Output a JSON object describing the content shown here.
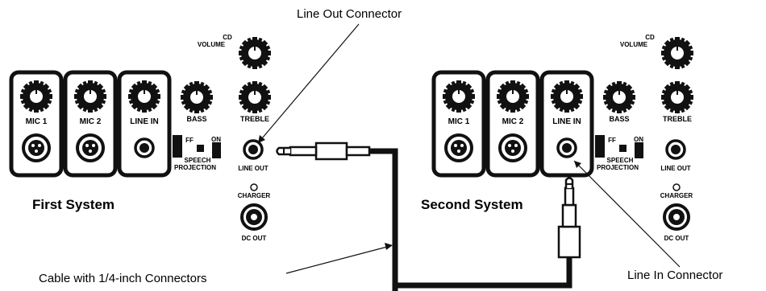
{
  "callouts": {
    "line_out_connector": "Line Out Connector",
    "line_in_connector": "Line In Connector",
    "cable": "Cable with 1/4-inch Connectors"
  },
  "systems": [
    {
      "name": "First System",
      "cd_volume_line1": "CD",
      "cd_volume_line2": "VOLUME",
      "mic1": "MIC 1",
      "mic2": "MIC 2",
      "line_in": "LINE IN",
      "bass": "BASS",
      "treble": "TREBLE",
      "switch_off": "FF",
      "switch_on": "ON",
      "speech_line1": "SPEECH",
      "speech_line2": "PROJECTION",
      "line_out": "LINE OUT",
      "charger": "CHARGER",
      "dc_out": "DC OUT"
    },
    {
      "name": "Second System",
      "cd_volume_line1": "CD",
      "cd_volume_line2": "VOLUME",
      "mic1": "MIC 1",
      "mic2": "MIC 2",
      "line_in": "LINE IN",
      "bass": "BASS",
      "treble": "TREBLE",
      "switch_off": "FF",
      "switch_on": "ON",
      "speech_line1": "SPEECH",
      "speech_line2": "PROJECTION",
      "line_out": "LINE OUT",
      "charger": "CHARGER",
      "dc_out": "DC OUT"
    }
  ]
}
